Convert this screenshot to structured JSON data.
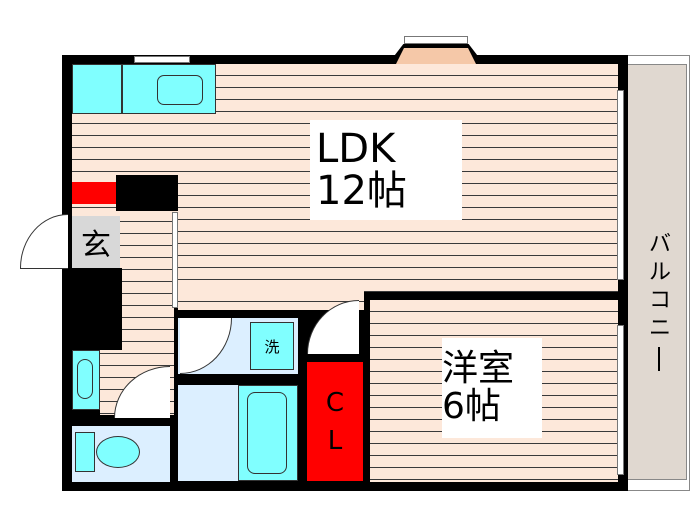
{
  "rooms": {
    "ldk": {
      "name": "LDK",
      "size": "12帖"
    },
    "western": {
      "name": "洋室",
      "size": "6帖"
    },
    "entrance": {
      "name": "玄"
    },
    "closet": {
      "c": "C",
      "l": "L"
    },
    "laundry": {
      "name": "洗"
    },
    "balcony": {
      "name": "バルコニー",
      "chars": [
        "バ",
        "ル",
        "コ",
        "ニ",
        "ー"
      ]
    }
  },
  "colors": {
    "floor": "#fde8da",
    "fixture": "#80ffff",
    "wet_area": "#dcefff",
    "closet": "#ff0000",
    "balcony": "#e0d8d0",
    "wall": "#000000"
  }
}
